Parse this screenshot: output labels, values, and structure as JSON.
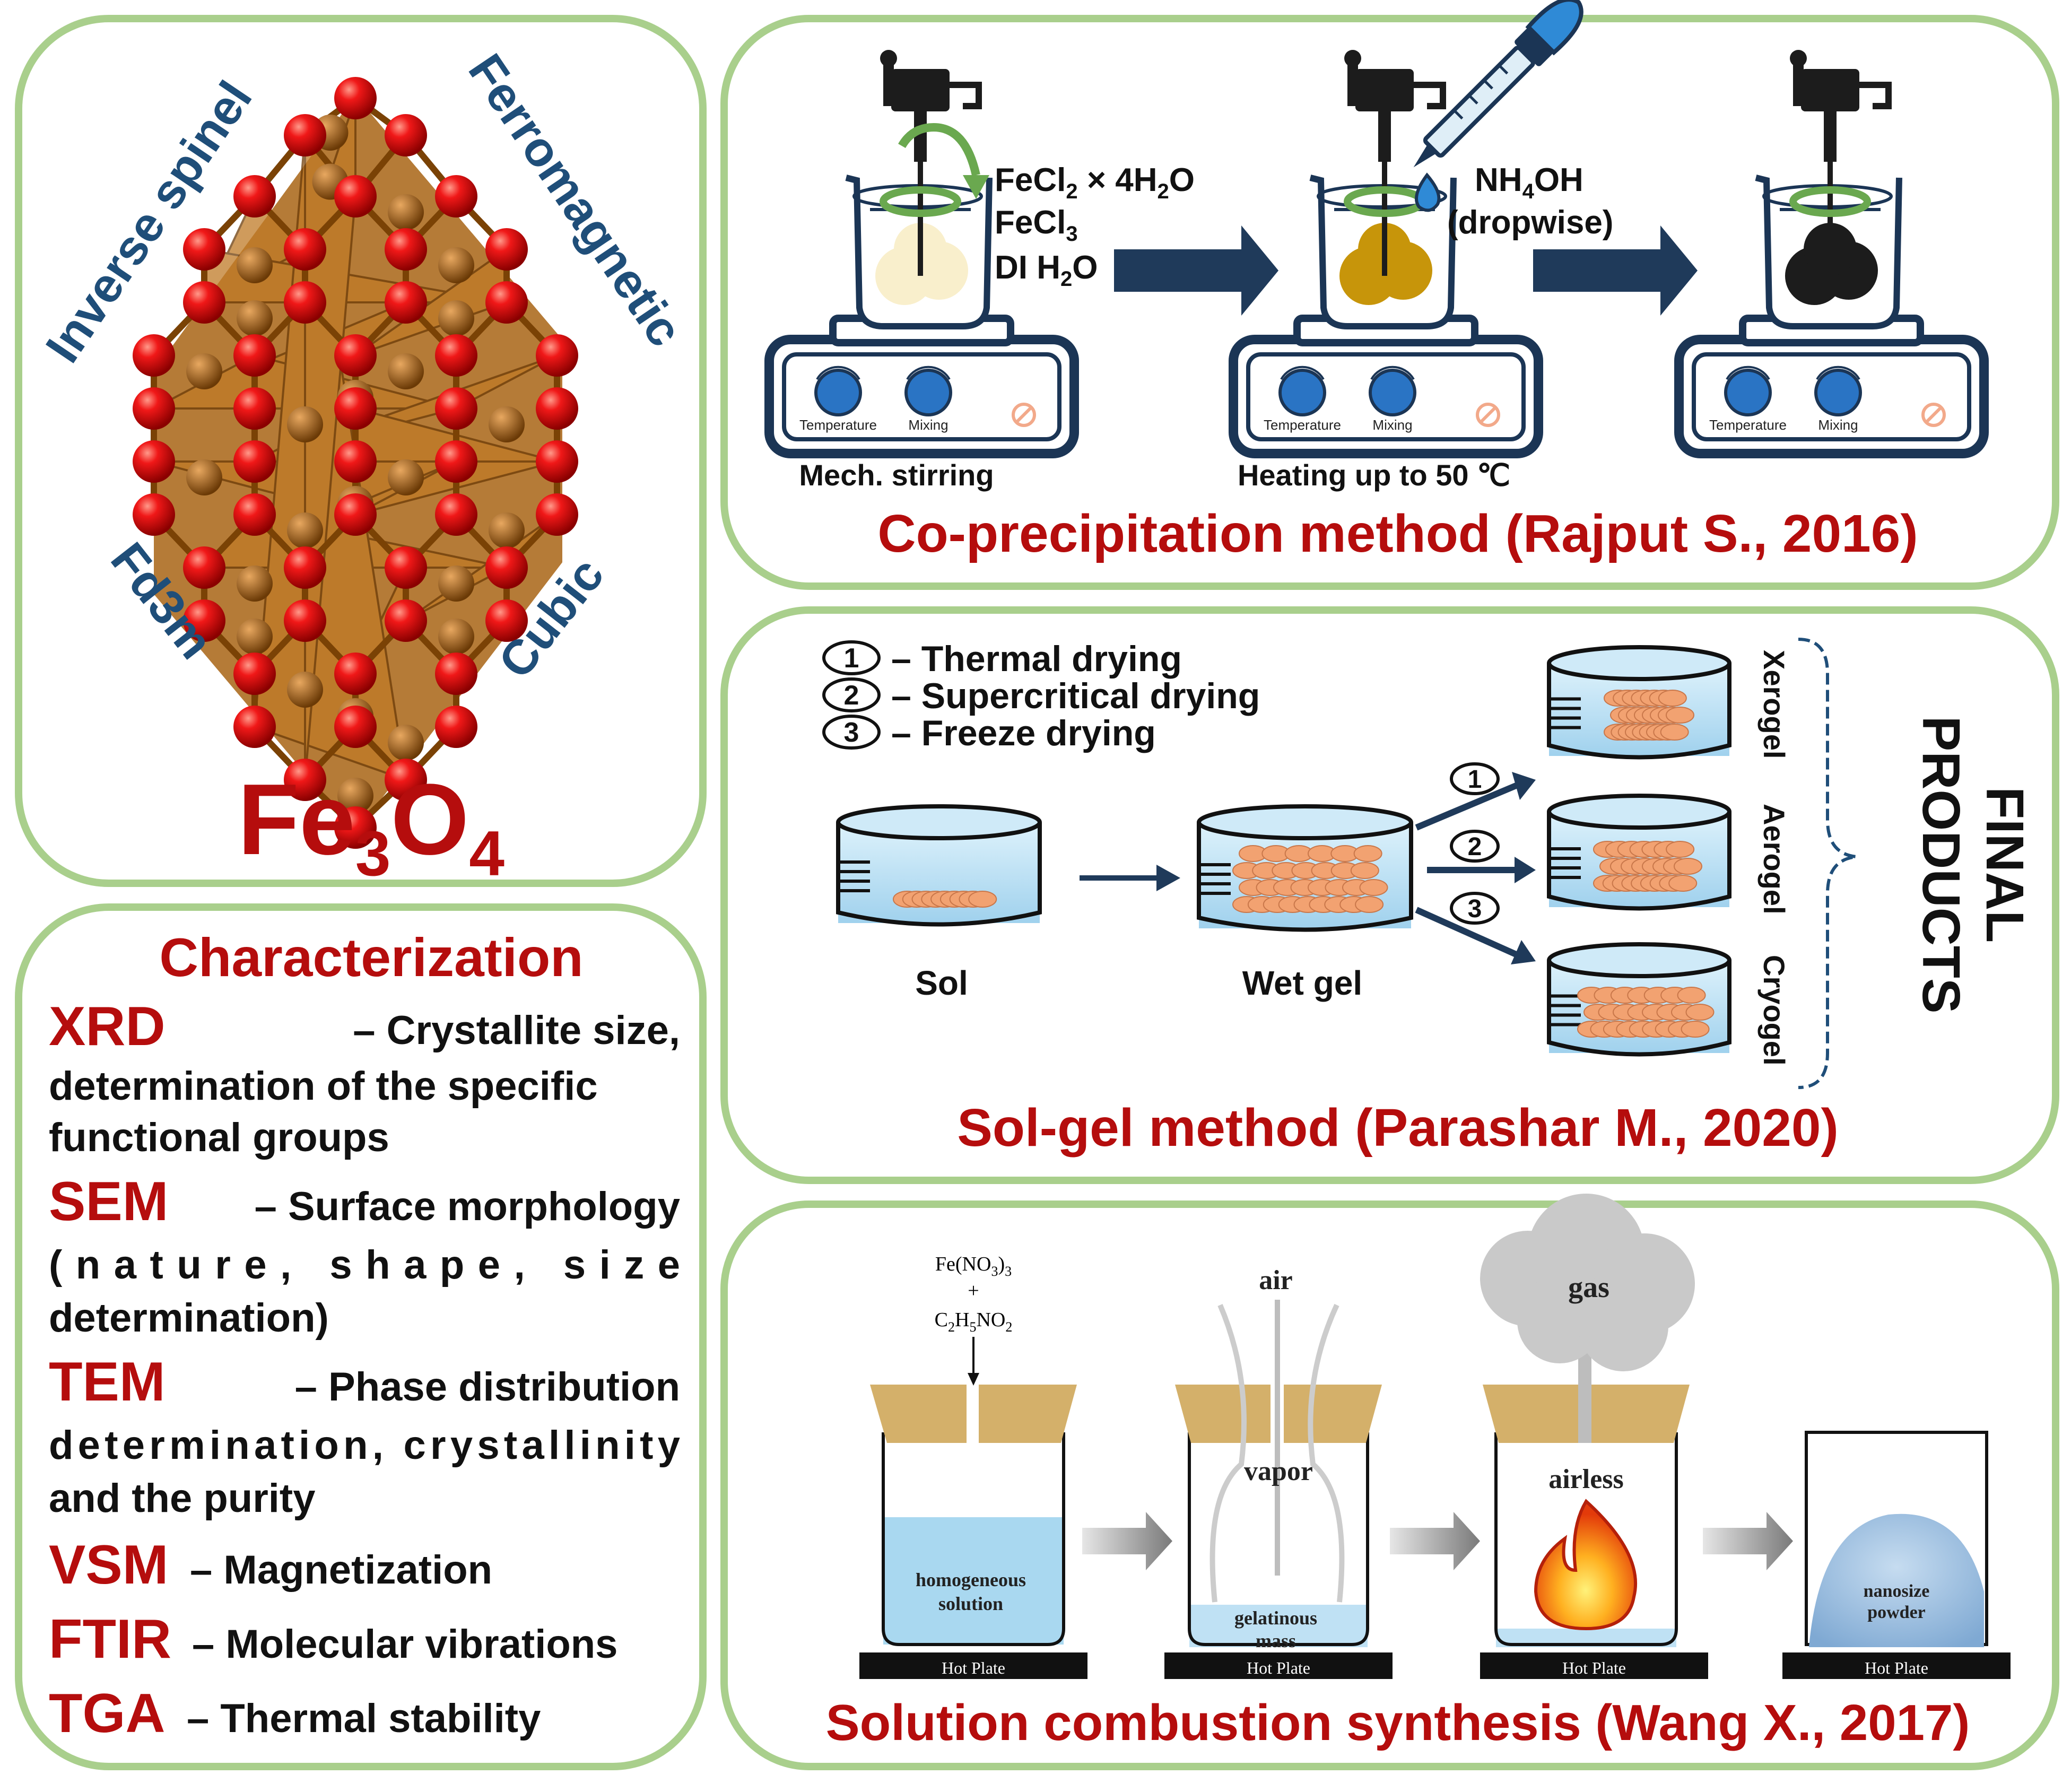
{
  "colors": {
    "panel_border": "#a9cf8c",
    "title_red": "#b50d0d",
    "label_blue": "#1f4e79",
    "arrow_navy": "#1f3a5a",
    "bead_red": "#e8141a",
    "crystal_bronze": "#a86414",
    "liquid_blue": "#a9d8f0",
    "gel_orange": "#f2a271",
    "cardboard": "#d4b06a"
  },
  "crystal": {
    "formula_base": "Fe",
    "sub1": "3",
    "formula_mid": "O",
    "sub2": "4",
    "labels": {
      "inverse_spinel": "Inverse spinel",
      "ferromagnetic": "Ferromagnetic",
      "fd3m": "Fd3m",
      "cubic": "Cubic"
    }
  },
  "characterization": {
    "title": "Characterization",
    "methods": [
      {
        "abbr": "XRD",
        "lines": [
          "– Crystallite size,",
          "determination of the specific",
          "functional groups"
        ]
      },
      {
        "abbr": "SEM",
        "lines": [
          "– Surface morphology",
          "(nature, shape, size",
          "determination)"
        ]
      },
      {
        "abbr": "TEM",
        "lines": [
          "– Phase distribution",
          "determination, crystallinity",
          "and the purity"
        ]
      },
      {
        "abbr": "VSM",
        "lines": [
          "– Magnetization"
        ]
      },
      {
        "abbr": "FTIR",
        "lines": [
          "– Molecular vibrations"
        ]
      },
      {
        "abbr": "TGA",
        "lines": [
          "– Thermal stability"
        ]
      }
    ]
  },
  "coprecipitation": {
    "title": "Co-precipitation method (Rajput S., 2016)",
    "reagent_fecl2": "FeCl",
    "reagent_fecl2_sub": "2",
    "reagent_fecl2_rest": " × 4H",
    "reagent_fecl2_sub2": "2",
    "reagent_fecl2_end": "O",
    "reagent_fecl3": "FeCl",
    "reagent_fecl3_sub": "3",
    "reagent_di": "DI H",
    "reagent_di_sub": "2",
    "reagent_di_end": "O",
    "base_nh4": "NH",
    "base_nh4_sub": "4",
    "base_nh4_end": "OH",
    "base_mode": "(dropwise)",
    "knob_temperature": "Temperature",
    "knob_mixing": "Mixing",
    "step1_caption": "Mech. stirring",
    "step2_caption": "Heating up to 50 ℃"
  },
  "solgel": {
    "title": "Sol-gel method (Parashar M., 2020)",
    "legend": [
      {
        "num": "1",
        "text": "– Thermal drying"
      },
      {
        "num": "2",
        "text": "– Supercritical drying"
      },
      {
        "num": "3",
        "text": "– Freeze drying"
      }
    ],
    "sol_label": "Sol",
    "wetgel_label": "Wet gel",
    "products": [
      "Xerogel",
      "Aerogel",
      "Cryogel"
    ],
    "final_line1": "FINAL",
    "final_line2": "PRODUCTS",
    "arrow_nums": [
      "1",
      "2",
      "3"
    ]
  },
  "combustion": {
    "title": "Solution combustion synthesis (Wang X., 2017)",
    "reagent1": "Fe(NO",
    "reagent1_sub": "3",
    "reagent1_end": ")",
    "reagent1_sub2": "3",
    "plus": "+",
    "reagent2": "C",
    "reagent2_sub": "2",
    "reagent2_mid": "H",
    "reagent2_sub2": "5",
    "reagent2_end": "NO",
    "reagent2_sub3": "2",
    "homogeneous1": "homogeneous",
    "homogeneous2": "solution",
    "air": "air",
    "vapor": "vapor",
    "gelatinous1": "gelatinous",
    "gelatinous2": "mass",
    "gas": "gas",
    "airless": "airless",
    "nanosize1": "nanosize",
    "nanosize2": "powder",
    "hot_plate": "Hot Plate"
  }
}
